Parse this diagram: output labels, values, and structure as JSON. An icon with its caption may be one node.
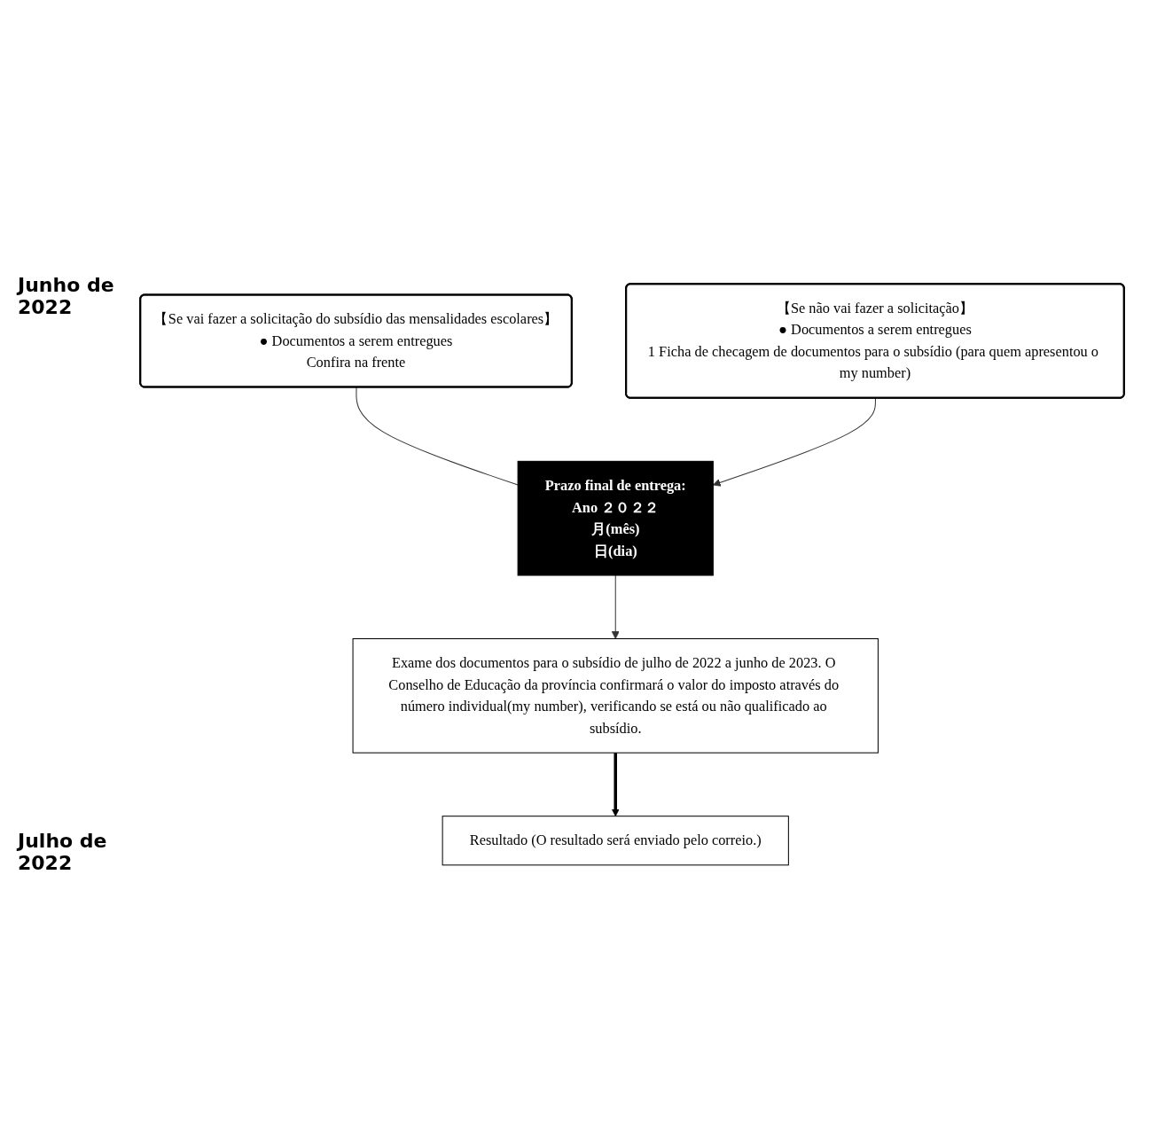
{
  "diagram": {
    "nodes": [
      {
        "text": [
          "【Se vai fazer a solicitação do subsídio das mensalidades escolares】",
          "● Documentos a serem entregues",
          "Confira na frente"
        ]
      },
      {
        "text": [
          "【Se não vai fazer a solicitação】",
          "● Documentos a serem entregues",
          "1 Ficha de checagem de documentos para o subsídio (para quem apresentou o my number)"
        ]
      },
      {
        "text": [
          "Prazo final de entrega:",
          "Ano ２０２２",
          "月(mês)",
          "日(dia)"
        ]
      },
      {
        "text": [
          "Exame dos documentos para o subsídio de julho de 2022 a junho de 2023. O Conselho de Educação da província confirmará o valor do imposto através do número individual(my number), verificando se está ou não qualificado ao subsídio."
        ]
      },
      {
        "text": [
          "Resultado (O resultado será enviado pelo correio.)"
        ]
      }
    ],
    "edges": [
      {
        "from": 0,
        "to": 2,
        "arrow": "none"
      },
      {
        "from": 1,
        "to": 2,
        "arrow": "to"
      },
      {
        "from": 2,
        "to": 3,
        "arrow": "to"
      },
      {
        "from": 3,
        "to": 4,
        "arrow": "to",
        "style": "thick",
        "color": "#000000"
      }
    ],
    "labels": [
      "Junho de 2022",
      "Julho de 2022"
    ]
  }
}
